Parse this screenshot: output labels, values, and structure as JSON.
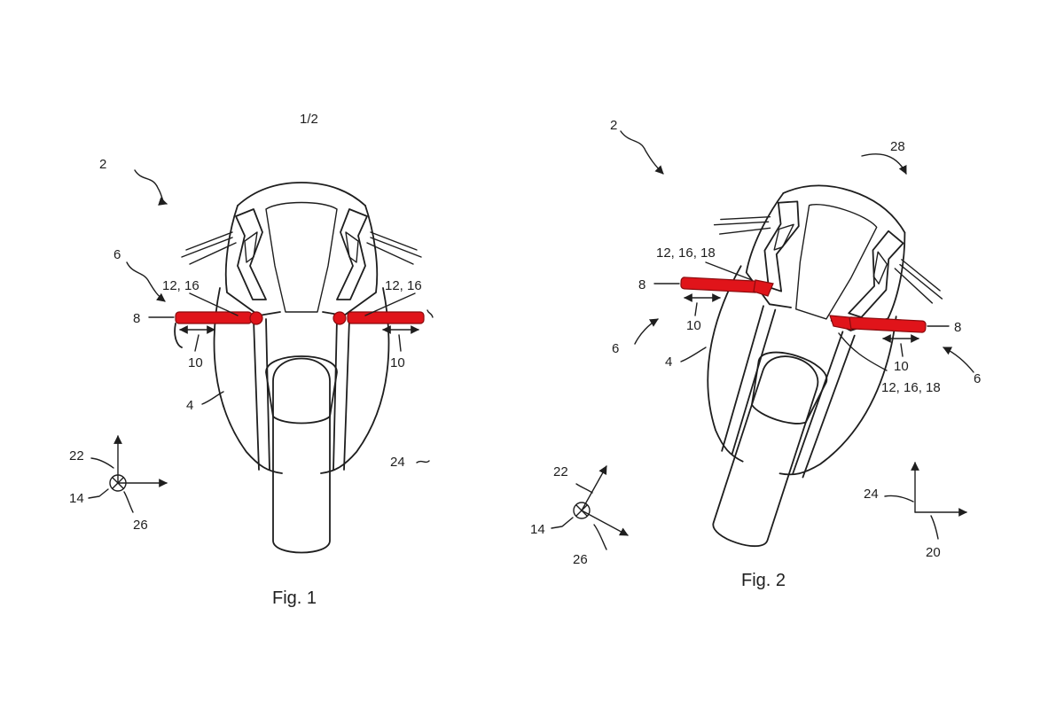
{
  "sheet_number": "1/2",
  "accent_color": "#e0141a",
  "fig1": {
    "caption": "Fig. 1",
    "labels": {
      "vehicle": "2",
      "body": "4",
      "aero_device": "6",
      "wing_element": "8",
      "movement_left": "10",
      "movement_right": "10",
      "pivot_left": "12, 16",
      "pivot_right": "12, 16",
      "axis_out": "14",
      "axis_up": "22",
      "axis_right": "26",
      "direction": "24"
    }
  },
  "fig2": {
    "caption": "Fig. 2",
    "labels": {
      "vehicle": "2",
      "body": "4",
      "aero_left": "6",
      "aero_right": "6",
      "wing_left": "8",
      "wing_right": "8",
      "movement_left": "10",
      "movement_right": "10",
      "pivot_left": "12, 16, 18",
      "pivot_right": "12, 16, 18",
      "axis_out": "14",
      "axis_up": "22",
      "axis_right": "26",
      "global_up": "24",
      "global_right": "20",
      "lean": "28"
    }
  }
}
